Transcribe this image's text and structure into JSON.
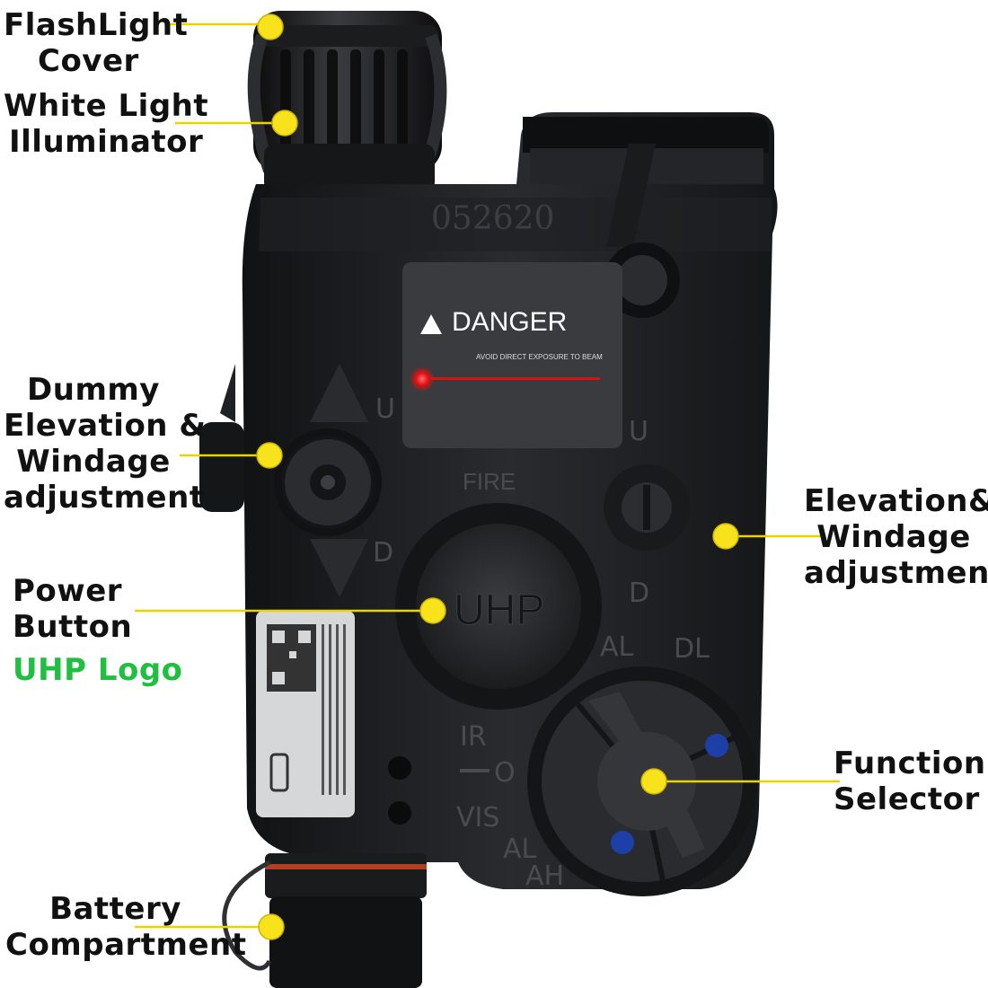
{
  "labels": {
    "flashlight_cover": [
      "FlashLight",
      "Cover"
    ],
    "white_light": [
      "White Light",
      "Illuminator"
    ],
    "dummy_adjust": [
      "Dummy",
      "Elevation &",
      "Windage",
      "adjustment"
    ],
    "power_button": [
      "Power",
      "Button"
    ],
    "uhp_logo": "UHP Logo",
    "elevation_adjust": [
      "Elevation&",
      "Windage",
      "adjustment"
    ],
    "function_selector": [
      "Function",
      "Selector"
    ],
    "battery": [
      "Battery",
      "Compartment"
    ]
  },
  "device_text": {
    "serial": "052620",
    "danger": "DANGER",
    "danger_sub": "AVOID DIRECT EXPOSURE TO BEAM",
    "fire": "FIRE",
    "uhp": "UHP",
    "u_left": "U",
    "d_left": "D",
    "u_right": "U",
    "d_right": "D",
    "al_top": "AL",
    "dl_top": "DL",
    "ir": "IR",
    "o": "O",
    "vis": "VIS",
    "al_bottom": "AL",
    "ah": "AH"
  },
  "colors": {
    "callout_dot": "#f7e21b",
    "callout_line": "#e9d400",
    "body": "#1c1d1f",
    "uhp_logo_text": "#1fbf3f"
  }
}
